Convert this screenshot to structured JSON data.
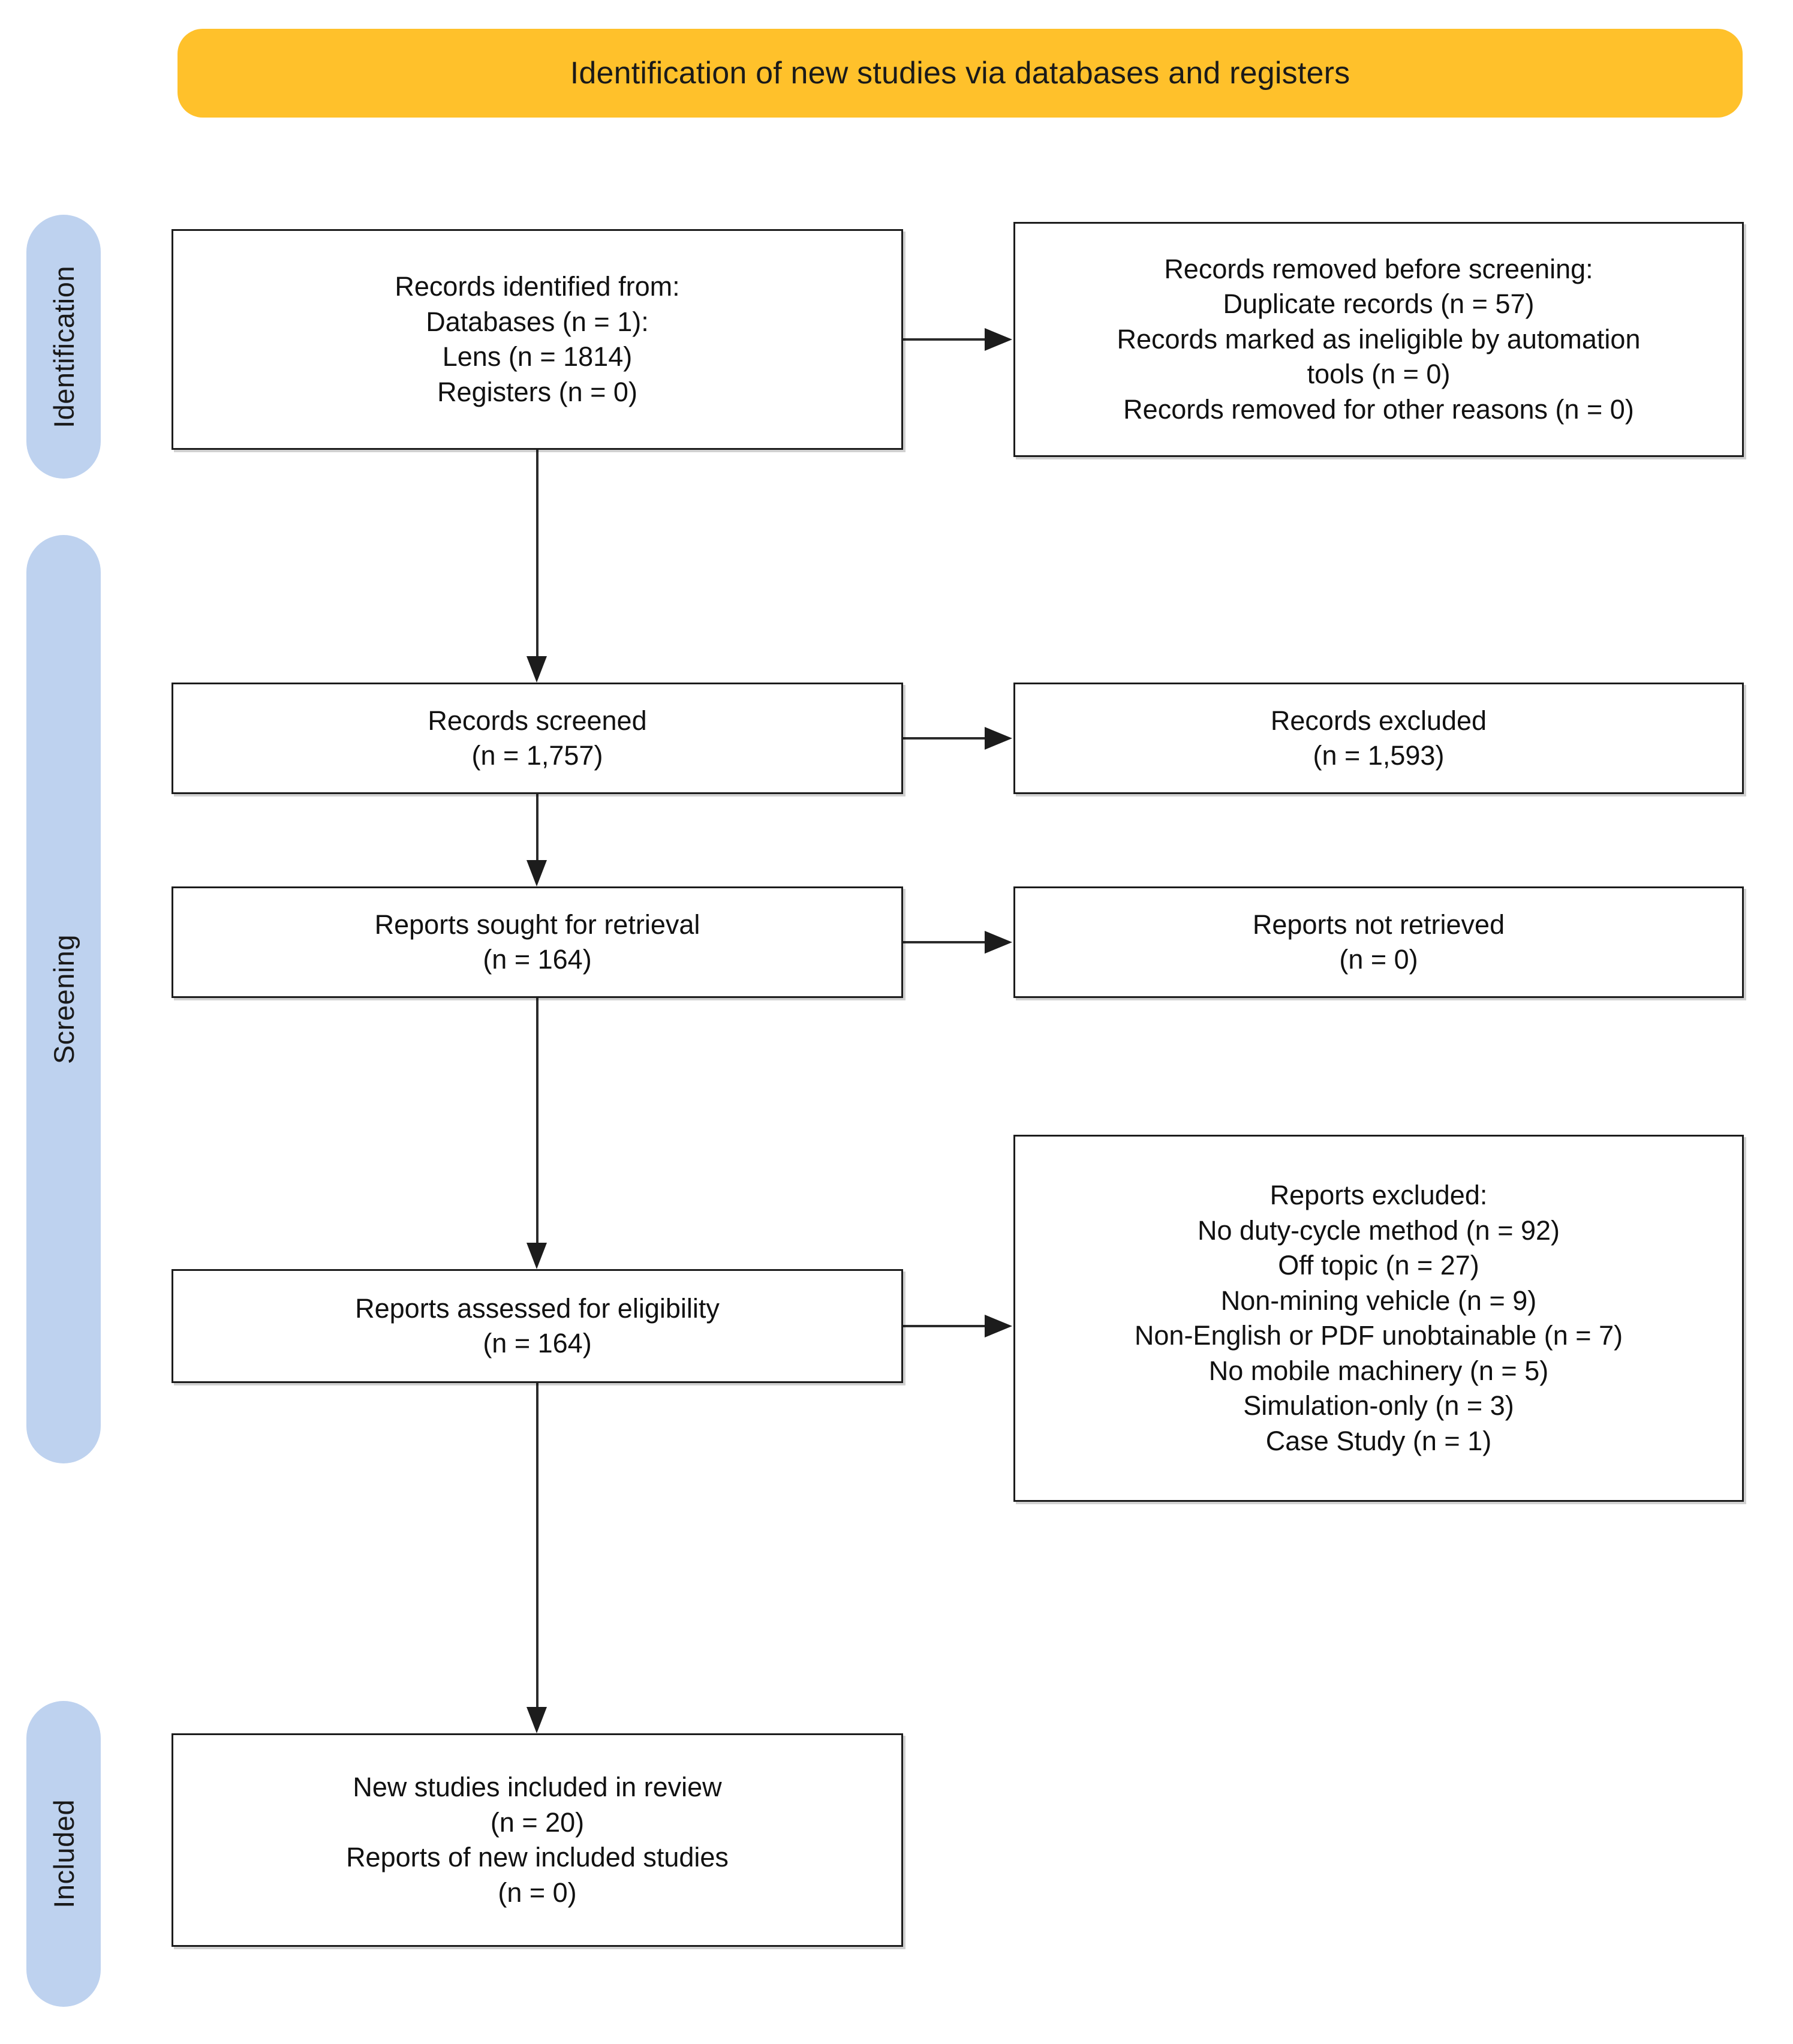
{
  "diagram": {
    "title": "Identification of new studies via databases and registers",
    "accent_orange": "#FFC12B",
    "accent_blue": "#BED2EF"
  },
  "stages": [
    {
      "key": "identification",
      "label": "Identification"
    },
    {
      "key": "screening",
      "label": "Screening"
    },
    {
      "key": "included",
      "label": "Included"
    }
  ],
  "boxes": {
    "identified": {
      "lines": [
        "Records identified from:",
        "Databases (n = 1):",
        "Lens (n =  1814)",
        "Registers (n = 0)"
      ]
    },
    "removed": {
      "lines": [
        "Records removed before screening:",
        "Duplicate records (n = 57)",
        "Records marked as ineligible by automation",
        "tools (n = 0)",
        "Records removed for other reasons (n = 0)"
      ]
    },
    "screened": {
      "lines": [
        "Records screened",
        "(n = 1,757)"
      ]
    },
    "records_excluded": {
      "lines": [
        "Records excluded",
        "(n = 1,593)"
      ]
    },
    "sought": {
      "lines": [
        "Reports sought for retrieval",
        "(n = 164)"
      ]
    },
    "not_retrieved": {
      "lines": [
        "Reports not retrieved",
        "(n = 0)"
      ]
    },
    "assessed": {
      "lines": [
        "Reports assessed for eligibility",
        "(n = 164)"
      ]
    },
    "reports_excluded": {
      "lines": [
        "Reports excluded:",
        "No duty-cycle method (n =  92)",
        "Off topic (n =  27)",
        "Non-mining vehicle (n =  9)",
        "Non-English or PDF unobtainable (n = 7)",
        "No mobile machinery (n =  5)",
        "Simulation-only (n =  3)",
        "Case Study (n =  1)"
      ]
    },
    "included": {
      "lines": [
        "New studies included in review",
        "(n = 20)",
        "Reports of new included studies",
        "(n = 0)"
      ]
    }
  },
  "chart_data": {
    "type": "diagram",
    "title": "Identification of new studies via databases and registers",
    "nodes": [
      {
        "id": "identified",
        "stage": "Identification",
        "label": "Records identified from",
        "databases_n": 1,
        "lens_n": 1814,
        "registers_n": 0
      },
      {
        "id": "removed",
        "stage": "Identification",
        "label": "Records removed before screening",
        "duplicate_records_n": 57,
        "ineligible_automation_n": 0,
        "other_reasons_n": 0
      },
      {
        "id": "screened",
        "stage": "Screening",
        "label": "Records screened",
        "n": 1757
      },
      {
        "id": "records_excluded",
        "stage": "Screening",
        "label": "Records excluded",
        "n": 1593
      },
      {
        "id": "sought",
        "stage": "Screening",
        "label": "Reports sought for retrieval",
        "n": 164
      },
      {
        "id": "not_retrieved",
        "stage": "Screening",
        "label": "Reports not retrieved",
        "n": 0
      },
      {
        "id": "assessed",
        "stage": "Screening",
        "label": "Reports assessed for eligibility",
        "n": 164
      },
      {
        "id": "reports_excluded",
        "stage": "Screening",
        "label": "Reports excluded",
        "reasons": [
          {
            "reason": "No duty-cycle method",
            "n": 92
          },
          {
            "reason": "Off topic",
            "n": 27
          },
          {
            "reason": "Non-mining vehicle",
            "n": 9
          },
          {
            "reason": "Non-English or PDF unobtainable",
            "n": 7
          },
          {
            "reason": "No mobile machinery",
            "n": 5
          },
          {
            "reason": "Simulation-only",
            "n": 3
          },
          {
            "reason": "Case Study",
            "n": 1
          }
        ]
      },
      {
        "id": "included",
        "stage": "Included",
        "label": "New studies included in review",
        "new_studies_n": 20,
        "reports_of_new_included_studies_n": 0
      }
    ],
    "edges": [
      {
        "from": "identified",
        "to": "removed",
        "direction": "right"
      },
      {
        "from": "identified",
        "to": "screened",
        "direction": "down"
      },
      {
        "from": "screened",
        "to": "records_excluded",
        "direction": "right"
      },
      {
        "from": "screened",
        "to": "sought",
        "direction": "down"
      },
      {
        "from": "sought",
        "to": "not_retrieved",
        "direction": "right"
      },
      {
        "from": "sought",
        "to": "assessed",
        "direction": "down"
      },
      {
        "from": "assessed",
        "to": "reports_excluded",
        "direction": "right"
      },
      {
        "from": "assessed",
        "to": "included",
        "direction": "down"
      }
    ]
  }
}
